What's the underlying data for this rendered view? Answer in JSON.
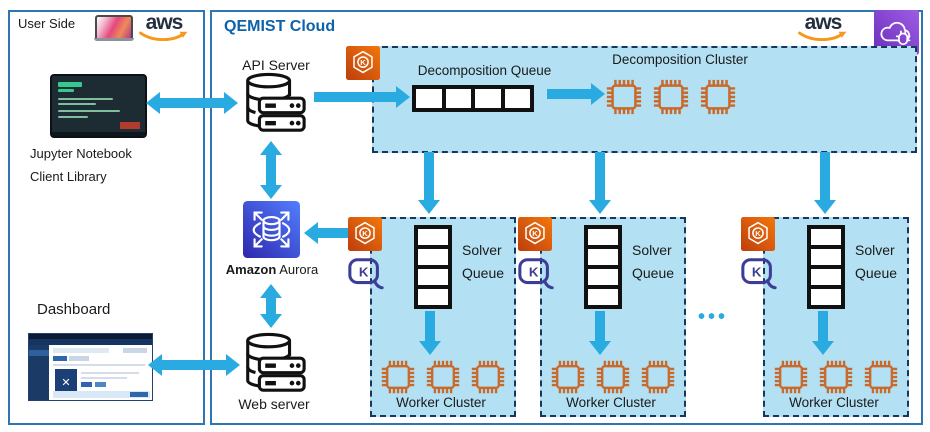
{
  "colors": {
    "arrow": "#29ABE2",
    "box_border": "#2E75B6",
    "panel_fill": "#B3E1F3",
    "panel_border": "#17375E",
    "title": "#0E62A9",
    "chip": "#C96A2D",
    "keda": "#3D3D99",
    "aws_smile": "#F7981D",
    "eks_orange": "#ED7100",
    "aurora_blue": "#3340BF",
    "quantum_purple": "#7D3BC8"
  },
  "icons": {
    "k_glyph": "K"
  },
  "logos": {
    "aws": "aws"
  },
  "user_side": {
    "title": "User Side",
    "jupyter_label": "Jupyter Notebook",
    "client_label": "Client Library",
    "dashboard_label": "Dashboard"
  },
  "cloud": {
    "title": "QEMIST Cloud",
    "api_server_label": "API Server",
    "web_server_label": "Web server",
    "aurora_label_bold": "Amazon",
    "aurora_label_rest": " Aurora",
    "decomposition": {
      "queue_label": "Decomposition Queue",
      "cluster_label": "Decomposition Cluster"
    },
    "solver": {
      "queue_line1": "Solver",
      "queue_line2": "Queue",
      "worker_label": "Worker Cluster"
    },
    "ellipsis": "•••"
  }
}
